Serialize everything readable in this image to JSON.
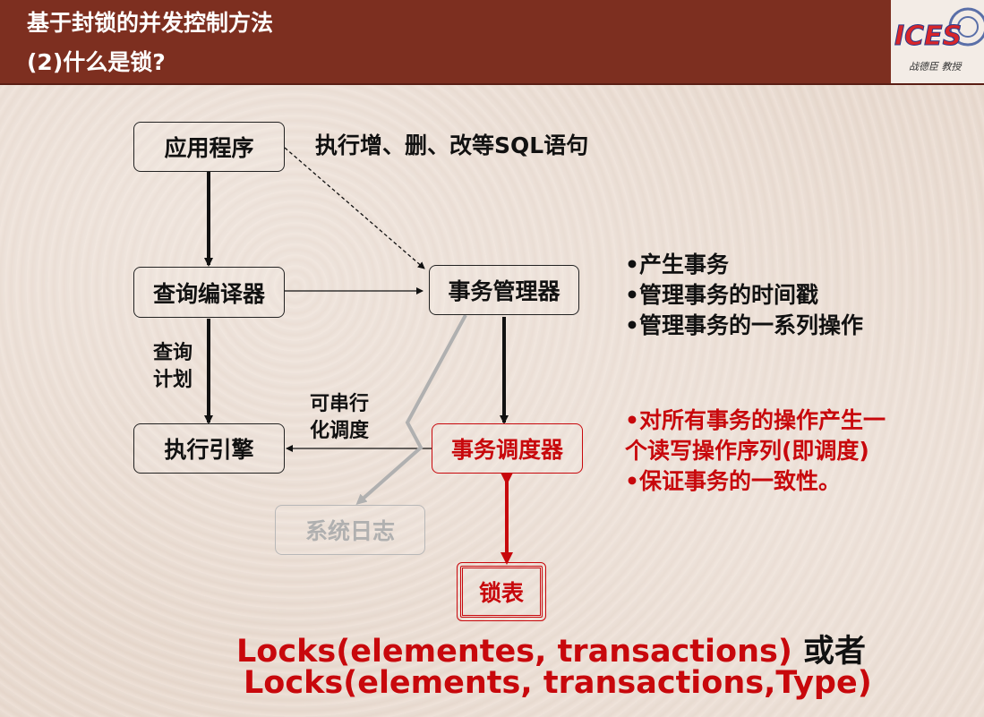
{
  "header": {
    "title_line1": "基于封锁的并发控制方法",
    "title_line2": "(2)什么是锁?",
    "logo_text": "ICES",
    "logo_caption": "战德臣 教授"
  },
  "diagram": {
    "app_program": "应用程序",
    "sql_label": "执行增、删、改等SQL语句",
    "query_compiler": "查询编译器",
    "transaction_manager": "事务管理器",
    "query_plan_line1": "查询",
    "query_plan_line2": "计划",
    "execution_engine": "执行引擎",
    "serializable_line1": "可串行",
    "serializable_line2": "化调度",
    "transaction_scheduler": "事务调度器",
    "system_log": "系统日志",
    "lock_table": "锁表"
  },
  "manager_notes": [
    "•产生事务",
    "•管理事务的时间戳",
    "•管理事务的一系列操作"
  ],
  "scheduler_notes": [
    "•对所有事务的操作产生一",
    "个读写操作序列(即调度)",
    "•保证事务的一致性。"
  ],
  "formula": {
    "line1_red": "Locks(elementes, transactions)",
    "line1_black": " 或者",
    "line2_red": "Locks(elements, transactions,Type)"
  },
  "colors": {
    "header": "#7d2f20",
    "accent_red": "#c8080c",
    "log_gray": "#b0b0b0"
  }
}
